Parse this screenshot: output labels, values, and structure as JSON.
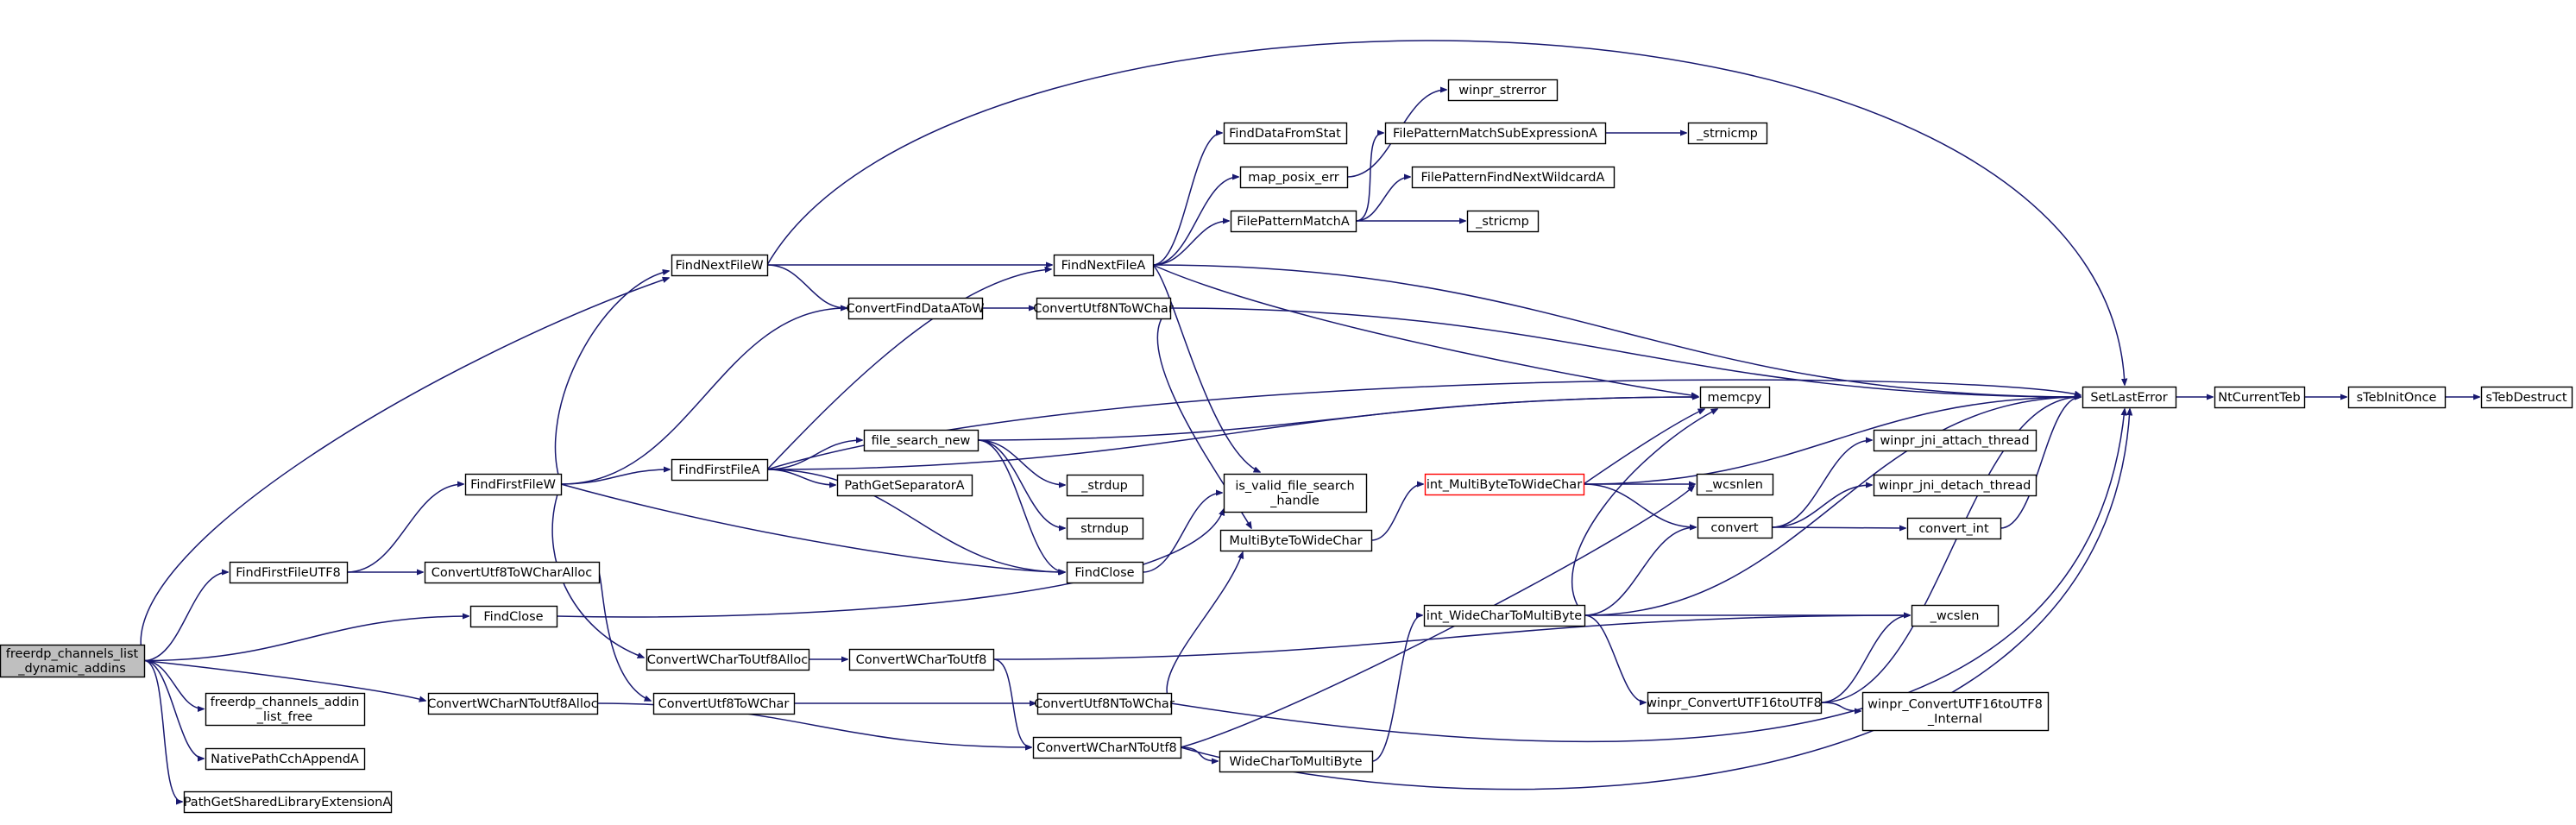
{
  "graph": {
    "colors": {
      "edge": "#191970",
      "node_border": "#000000",
      "root_fill": "#bfbfbf",
      "highlight_border": "#ff0000",
      "background": "#ffffff"
    },
    "nodes": [
      {
        "id": "root",
        "lines": [
          "freerdp_channels_list",
          "_dynamic_addins"
        ],
        "root": true
      },
      {
        "id": "FindFirstFileUTF8",
        "lines": [
          "FindFirstFileUTF8"
        ]
      },
      {
        "id": "FindFirstFileW",
        "lines": [
          "FindFirstFileW"
        ]
      },
      {
        "id": "FindNextFileW",
        "lines": [
          "FindNextFileW"
        ]
      },
      {
        "id": "FindNextFileA",
        "lines": [
          "FindNextFileA"
        ]
      },
      {
        "id": "ConvertFindDataAToW",
        "lines": [
          "ConvertFindDataAToW"
        ]
      },
      {
        "id": "ConvertUtf8NToWChar_top",
        "lines": [
          "ConvertUtf8NToWChar"
        ]
      },
      {
        "id": "FindFirstFileA",
        "lines": [
          "FindFirstFileA"
        ]
      },
      {
        "id": "file_search_new",
        "lines": [
          "file_search_new"
        ]
      },
      {
        "id": "PathGetSeparatorA",
        "lines": [
          "PathGetSeparatorA"
        ]
      },
      {
        "id": "_strdup",
        "lines": [
          "_strdup"
        ]
      },
      {
        "id": "strndup",
        "lines": [
          "strndup"
        ]
      },
      {
        "id": "FindClose_mid",
        "lines": [
          "FindClose"
        ]
      },
      {
        "id": "ConvertUtf8ToWCharAlloc",
        "lines": [
          "ConvertUtf8ToWCharAlloc"
        ]
      },
      {
        "id": "FindClose_left",
        "lines": [
          "FindClose"
        ]
      },
      {
        "id": "ConvertWCharToUtf8Alloc",
        "lines": [
          "ConvertWCharToUtf8Alloc"
        ]
      },
      {
        "id": "ConvertWCharToUtf8",
        "lines": [
          "ConvertWCharToUtf8"
        ]
      },
      {
        "id": "ConvertUtf8ToWChar",
        "lines": [
          "ConvertUtf8ToWChar"
        ]
      },
      {
        "id": "ConvertUtf8NToWChar_bot",
        "lines": [
          "ConvertUtf8NToWChar"
        ]
      },
      {
        "id": "ConvertWCharNToUtf8Alloc",
        "lines": [
          "ConvertWCharNToUtf8Alloc"
        ]
      },
      {
        "id": "ConvertWCharNToUtf8",
        "lines": [
          "ConvertWCharNToUtf8"
        ]
      },
      {
        "id": "addin_list_free",
        "lines": [
          "freerdp_channels_addin",
          "_list_free"
        ]
      },
      {
        "id": "NativePathCchAppendA",
        "lines": [
          "NativePathCchAppendA"
        ]
      },
      {
        "id": "PathGetSharedLibraryExtensionA",
        "lines": [
          "PathGetSharedLibraryExtensionA"
        ]
      },
      {
        "id": "FindDataFromStat",
        "lines": [
          "FindDataFromStat"
        ]
      },
      {
        "id": "map_posix_err",
        "lines": [
          "map_posix_err"
        ]
      },
      {
        "id": "winpr_strerror",
        "lines": [
          "winpr_strerror"
        ]
      },
      {
        "id": "FilePatternMatchA",
        "lines": [
          "FilePatternMatchA"
        ]
      },
      {
        "id": "FilePatternMatchSubExpressionA",
        "lines": [
          "FilePatternMatchSubExpressionA"
        ]
      },
      {
        "id": "_strnicmp",
        "lines": [
          "_strnicmp"
        ]
      },
      {
        "id": "FilePatternFindNextWildcardA",
        "lines": [
          "FilePatternFindNextWildcardA"
        ]
      },
      {
        "id": "_stricmp",
        "lines": [
          "_stricmp"
        ]
      },
      {
        "id": "is_valid_file_search_handle",
        "lines": [
          "is_valid_file_search",
          "_handle"
        ]
      },
      {
        "id": "MultiByteToWideChar",
        "lines": [
          "MultiByteToWideChar"
        ]
      },
      {
        "id": "int_MultiByteToWideChar",
        "lines": [
          "int_MultiByteToWideChar"
        ],
        "highlight": true
      },
      {
        "id": "memcpy",
        "lines": [
          "memcpy"
        ]
      },
      {
        "id": "_wcsnlen",
        "lines": [
          "_wcsnlen"
        ]
      },
      {
        "id": "convert",
        "lines": [
          "convert"
        ]
      },
      {
        "id": "winpr_jni_attach_thread",
        "lines": [
          "winpr_jni_attach_thread"
        ]
      },
      {
        "id": "winpr_jni_detach_thread",
        "lines": [
          "winpr_jni_detach_thread"
        ]
      },
      {
        "id": "convert_int",
        "lines": [
          "convert_int"
        ]
      },
      {
        "id": "int_WideCharToMultiByte",
        "lines": [
          "int_WideCharToMultiByte"
        ]
      },
      {
        "id": "_wcslen",
        "lines": [
          "_wcslen"
        ]
      },
      {
        "id": "winpr_ConvertUTF16toUTF8",
        "lines": [
          "winpr_ConvertUTF16toUTF8"
        ]
      },
      {
        "id": "winpr_ConvertUTF16toUTF8_Internal",
        "lines": [
          "winpr_ConvertUTF16toUTF8",
          "_Internal"
        ]
      },
      {
        "id": "WideCharToMultiByte",
        "lines": [
          "WideCharToMultiByte"
        ]
      },
      {
        "id": "SetLastError",
        "lines": [
          "SetLastError"
        ]
      },
      {
        "id": "NtCurrentTeb",
        "lines": [
          "NtCurrentTeb"
        ]
      },
      {
        "id": "sTebInitOnce",
        "lines": [
          "sTebInitOnce"
        ]
      },
      {
        "id": "sTebDestruct",
        "lines": [
          "sTebDestruct"
        ]
      }
    ],
    "edges": [
      [
        "root",
        "FindNextFileW"
      ],
      [
        "root",
        "FindFirstFileUTF8"
      ],
      [
        "root",
        "FindClose_left"
      ],
      [
        "root",
        "ConvertWCharNToUtf8Alloc"
      ],
      [
        "root",
        "addin_list_free"
      ],
      [
        "root",
        "NativePathCchAppendA"
      ],
      [
        "root",
        "PathGetSharedLibraryExtensionA"
      ],
      [
        "FindFirstFileUTF8",
        "FindFirstFileW"
      ],
      [
        "FindFirstFileUTF8",
        "ConvertUtf8ToWCharAlloc"
      ],
      [
        "FindFirstFileW",
        "FindNextFileW"
      ],
      [
        "FindFirstFileW",
        "ConvertFindDataAToW"
      ],
      [
        "FindFirstFileW",
        "FindFirstFileA"
      ],
      [
        "FindFirstFileW",
        "FindClose_mid"
      ],
      [
        "FindFirstFileW",
        "ConvertWCharToUtf8Alloc"
      ],
      [
        "FindNextFileW",
        "FindNextFileA"
      ],
      [
        "FindNextFileW",
        "ConvertFindDataAToW"
      ],
      [
        "FindNextFileW",
        "SetLastError"
      ],
      [
        "ConvertFindDataAToW",
        "ConvertUtf8NToWChar_top"
      ],
      [
        "ConvertUtf8NToWChar_top",
        "SetLastError"
      ],
      [
        "ConvertUtf8NToWChar_top",
        "MultiByteToWideChar"
      ],
      [
        "FindFirstFileA",
        "FindNextFileA"
      ],
      [
        "FindFirstFileA",
        "file_search_new"
      ],
      [
        "FindFirstFileA",
        "PathGetSeparatorA"
      ],
      [
        "FindFirstFileA",
        "FindClose_mid"
      ],
      [
        "FindFirstFileA",
        "memcpy"
      ],
      [
        "FindFirstFileA",
        "SetLastError"
      ],
      [
        "file_search_new",
        "memcpy"
      ],
      [
        "file_search_new",
        "_strdup"
      ],
      [
        "file_search_new",
        "strndup"
      ],
      [
        "file_search_new",
        "FindClose_mid"
      ],
      [
        "FindClose_mid",
        "is_valid_file_search_handle"
      ],
      [
        "FindClose_left",
        "is_valid_file_search_handle"
      ],
      [
        "ConvertUtf8ToWCharAlloc",
        "ConvertUtf8ToWChar"
      ],
      [
        "ConvertWCharToUtf8Alloc",
        "ConvertWCharToUtf8"
      ],
      [
        "ConvertWCharToUtf8",
        "ConvertWCharNToUtf8"
      ],
      [
        "ConvertWCharToUtf8",
        "_wcslen"
      ],
      [
        "ConvertUtf8ToWChar",
        "ConvertUtf8NToWChar_bot"
      ],
      [
        "ConvertUtf8NToWChar_bot",
        "MultiByteToWideChar"
      ],
      [
        "ConvertUtf8NToWChar_bot",
        "SetLastError"
      ],
      [
        "ConvertWCharNToUtf8Alloc",
        "ConvertWCharNToUtf8"
      ],
      [
        "ConvertWCharNToUtf8",
        "WideCharToMultiByte"
      ],
      [
        "ConvertWCharNToUtf8",
        "_wcsnlen"
      ],
      [
        "ConvertWCharNToUtf8",
        "SetLastError"
      ],
      [
        "FindNextFileA",
        "FindDataFromStat"
      ],
      [
        "FindNextFileA",
        "map_posix_err"
      ],
      [
        "FindNextFileA",
        "FilePatternMatchA"
      ],
      [
        "FindNextFileA",
        "is_valid_file_search_handle"
      ],
      [
        "FindNextFileA",
        "memcpy"
      ],
      [
        "FindNextFileA",
        "SetLastError"
      ],
      [
        "map_posix_err",
        "winpr_strerror"
      ],
      [
        "FilePatternMatchA",
        "FilePatternMatchSubExpressionA"
      ],
      [
        "FilePatternMatchA",
        "FilePatternFindNextWildcardA"
      ],
      [
        "FilePatternMatchA",
        "_stricmp"
      ],
      [
        "FilePatternMatchSubExpressionA",
        "_strnicmp"
      ],
      [
        "MultiByteToWideChar",
        "int_MultiByteToWideChar"
      ],
      [
        "int_MultiByteToWideChar",
        "memcpy"
      ],
      [
        "int_MultiByteToWideChar",
        "_wcsnlen"
      ],
      [
        "int_MultiByteToWideChar",
        "convert"
      ],
      [
        "int_MultiByteToWideChar",
        "SetLastError"
      ],
      [
        "convert",
        "winpr_jni_attach_thread"
      ],
      [
        "convert",
        "winpr_jni_detach_thread"
      ],
      [
        "convert",
        "convert_int"
      ],
      [
        "convert_int",
        "SetLastError"
      ],
      [
        "WideCharToMultiByte",
        "int_WideCharToMultiByte"
      ],
      [
        "int_WideCharToMultiByte",
        "memcpy"
      ],
      [
        "int_WideCharToMultiByte",
        "convert"
      ],
      [
        "int_WideCharToMultiByte",
        "_wcslen"
      ],
      [
        "int_WideCharToMultiByte",
        "winpr_ConvertUTF16toUTF8"
      ],
      [
        "int_WideCharToMultiByte",
        "SetLastError"
      ],
      [
        "winpr_ConvertUTF16toUTF8",
        "_wcslen"
      ],
      [
        "winpr_ConvertUTF16toUTF8",
        "winpr_ConvertUTF16toUTF8_Internal"
      ],
      [
        "winpr_ConvertUTF16toUTF8",
        "SetLastError"
      ],
      [
        "SetLastError",
        "NtCurrentTeb"
      ],
      [
        "NtCurrentTeb",
        "sTebInitOnce"
      ],
      [
        "sTebInitOnce",
        "sTebDestruct"
      ]
    ]
  }
}
